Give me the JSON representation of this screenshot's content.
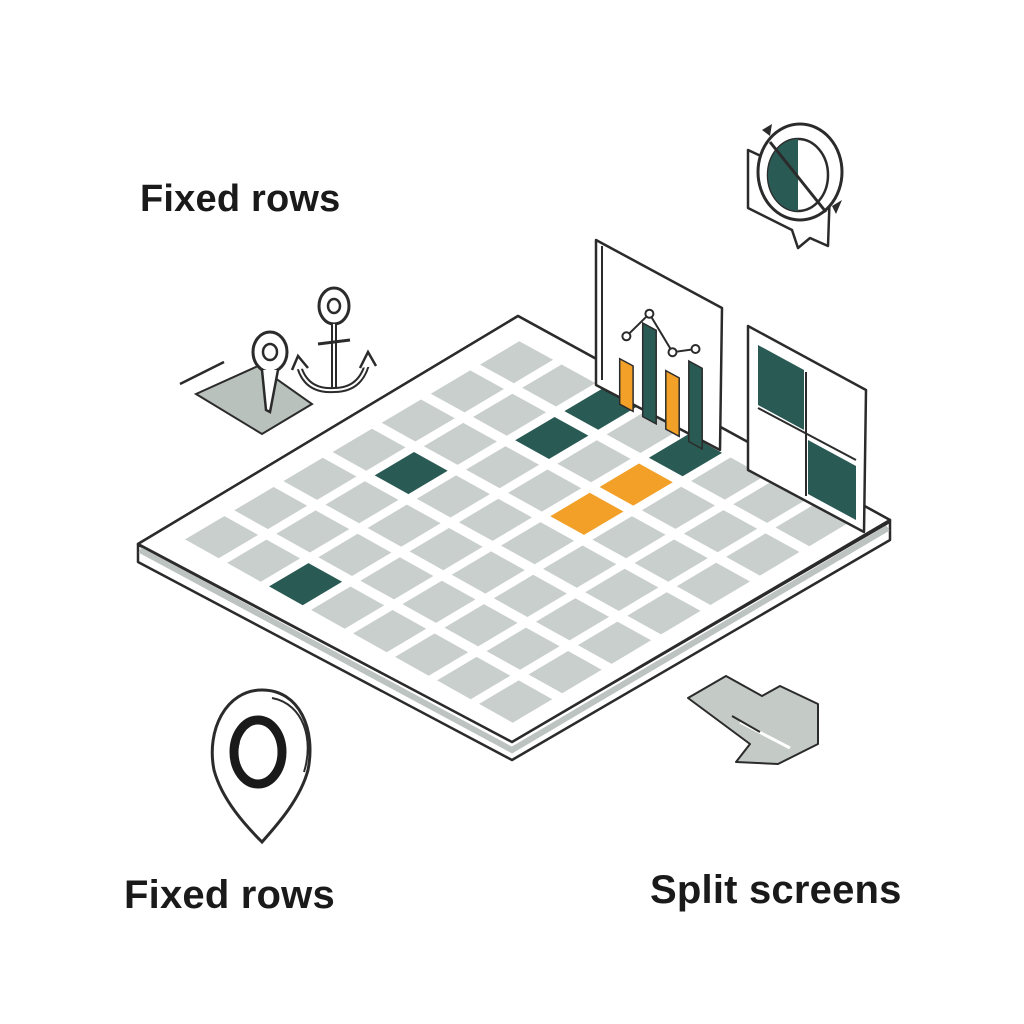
{
  "labels": {
    "top_left": "Fixed rows",
    "bottom_left": "Fixed rows",
    "bottom_right": "Split screens"
  },
  "icons": {
    "board": "spreadsheet-grid-icon",
    "pin_anchor": "pin-anchor-icon",
    "location_pin": "location-pin-icon",
    "chart_panel": "bar-line-chart-icon",
    "split_panel": "split-screen-icon",
    "refresh_chat": "refresh-chat-icon",
    "arrow": "arrow-down-right-icon"
  },
  "colors": {
    "teal": "#2a5a54",
    "orange": "#f2a027",
    "gray_cell": "#c9cfcc",
    "outline": "#2b2b2b",
    "background": "#ffffff"
  },
  "grid": {
    "rows": 7,
    "cols": 8,
    "highlights": [
      {
        "row": 0,
        "col": 2,
        "color": "teal"
      },
      {
        "row": 1,
        "col": 2,
        "color": "teal"
      },
      {
        "row": 0,
        "col": 4,
        "color": "teal"
      },
      {
        "row": 1,
        "col": 4,
        "color": "orange"
      },
      {
        "row": 2,
        "col": 4,
        "color": "orange"
      },
      {
        "row": 3,
        "col": 1,
        "color": "teal"
      },
      {
        "row": 6,
        "col": 2,
        "color": "teal"
      }
    ]
  },
  "chart_panel": {
    "bars": [
      0.35,
      0.72,
      0.45,
      0.62
    ],
    "bar_colors": [
      "orange",
      "teal",
      "orange",
      "teal"
    ],
    "line": [
      0.55,
      0.82,
      0.62,
      0.74
    ]
  }
}
